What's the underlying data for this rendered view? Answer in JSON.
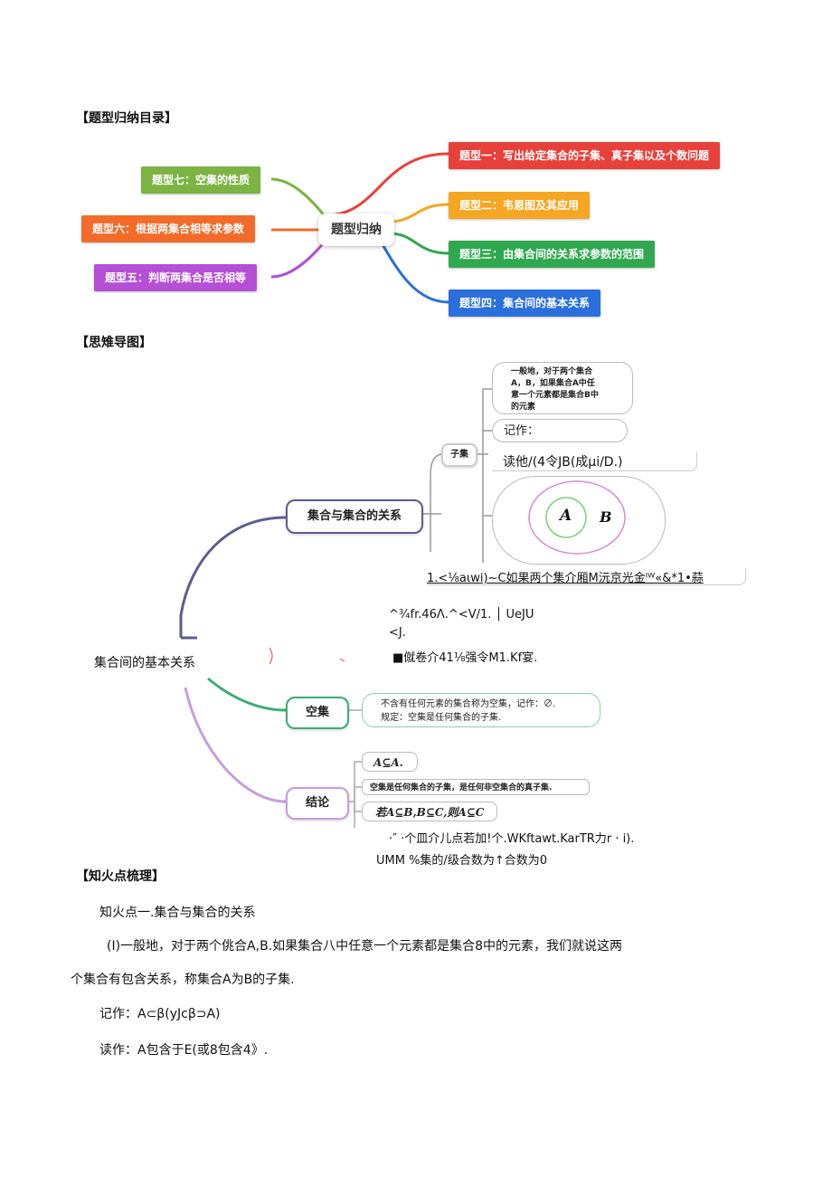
{
  "section_headers": {
    "catalog": "【题型归纳目录】",
    "mindmap": "【思雉导图】",
    "knowledge": "【知火点梳理】"
  },
  "catalog_map": {
    "center": "题型归纳",
    "right": [
      {
        "label": "题型一：写出给定集合的子集、真子集以及个数问题",
        "color": "#e8413c"
      },
      {
        "label": "题型二：韦恩图及其应用",
        "color": "#f5a623"
      },
      {
        "label": "题型三：由集合间的关系求参数的范围",
        "color": "#2fa84f"
      },
      {
        "label": "题型四：集合间的基本关系",
        "color": "#2a6fdb"
      }
    ],
    "left": [
      {
        "label": "题型七：空集的性质",
        "color": "#7cb342"
      },
      {
        "label": "题型六：根据两集合相等求参数",
        "color": "#f26b2a"
      },
      {
        "label": "题型五：判断两集合是否相等",
        "color": "#b44fd6"
      }
    ]
  },
  "mindmap": {
    "root": "集合间的基本关系",
    "branch1": "集合与集合的关系",
    "subset_node": "子集",
    "subset_def": "一般地，对于两个集合A，B，如果集合A中任意一个元素都是集合B中的元素",
    "notation": "记作：",
    "reading": "读他/(4令JB(成µi/D.)",
    "venn_a": "A",
    "venn_b": "B",
    "garbled_1": "1.<⅛aιwi)~C如果两个集介厢M沅京光金ᴵᵂ«&*1•蒜",
    "garbled_2a": "^¾fr.46Λ.^<V/1. │ UeJU",
    "garbled_2b": "<J.",
    "garbled_3": "■僦卷介41⅛强令M1.Kf宴.",
    "empty_node": "空集",
    "empty_line1": "不含有任何元素的集合称为空集，记作：∅.",
    "empty_line2": "规定：空集是任何集合的子集.",
    "conclusion_node": "结论",
    "conc1": "A⊆A.",
    "conc2": "空集是任何集合的子集，是任何非空集合的真子集.",
    "conc3": "若A⊆B,B⊆C,则A⊆C",
    "garbled_4": "·″ ·个皿介儿点若加!个.WKftawt.KarTR力r · i).",
    "garbled_5": "UMM %集的/级合数为↑合数为0"
  },
  "knowledge": {
    "point1": "知火点一.集合与集合的关系",
    "para1_line1": "(I)一般地，对于两个佻合A,B.如果集合八中任意一个元素都是集合8中的元素，我们就说这两",
    "para1_line2": "个集合有包含关系，称集合A为B的子集.",
    "notation": "记作：A⊂β(yJcβ⊃A)",
    "reading": "读作：A包含于E(或8包含4》."
  },
  "colors": {
    "branch_dark": "#5b5e8c",
    "branch_green": "#3cad77",
    "branch_purple": "#c79de0"
  }
}
